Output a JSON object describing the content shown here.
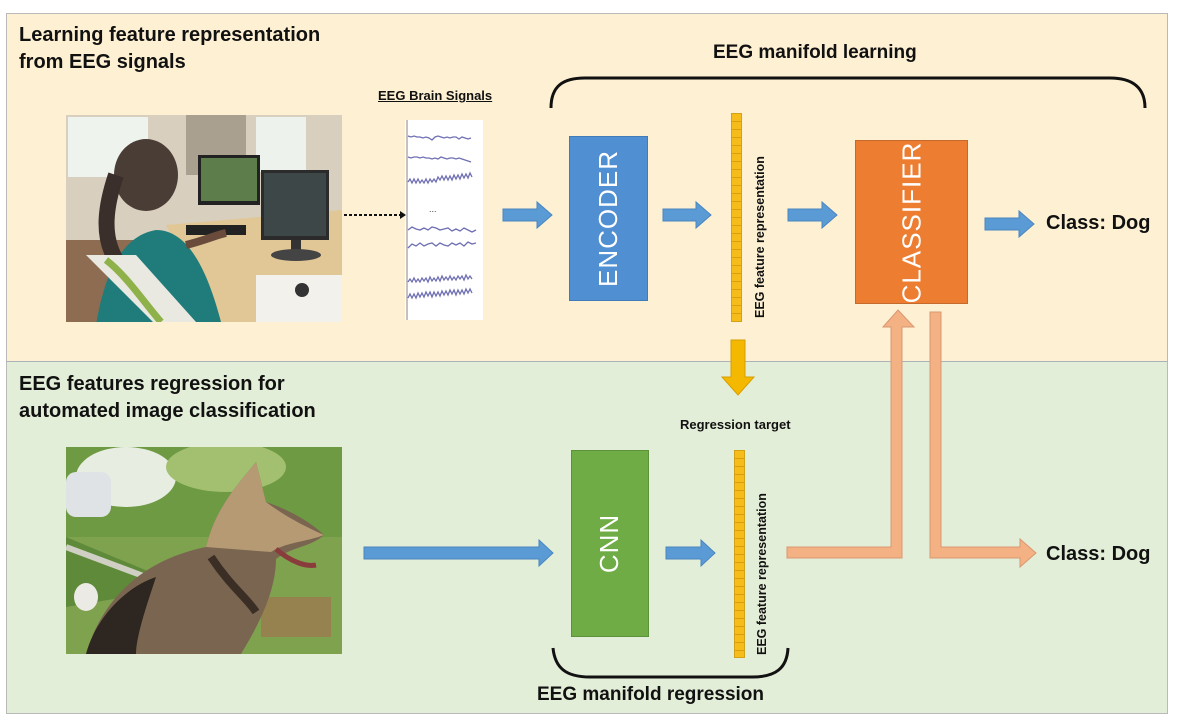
{
  "top_panel": {
    "title_line1": "Learning feature representation",
    "title_line2": "from EEG signals",
    "manifold_label": "EEG manifold learning",
    "signals_label": "EEG Brain Signals",
    "signals_ellipsis": "...",
    "encoder_label": "ENCODER",
    "feature_label": "EEG feature representation",
    "classifier_label": "CLASSIFIER",
    "output_label": "Class: Dog",
    "photo_description": "Person wearing EEG cap looking at monitor"
  },
  "bottom_panel": {
    "title_line1": "EEG features regression for",
    "title_line2": "automated image classification",
    "regression_target_label": "Regression target",
    "cnn_label": "CNN",
    "feature_label": "EEG feature representation",
    "manifold_label": "EEG manifold regression",
    "output_label": "Class: Dog",
    "photo_description": "German shepherd dog in a garden"
  },
  "colors": {
    "top_bg": "#fdf0d3",
    "bottom_bg": "#e3eed8",
    "encoder": "#4f8fd2",
    "classifier": "#ed7d31",
    "cnn": "#6fac46",
    "feature": "#f5bc1a",
    "blue_arrow": "#5b9bd5",
    "salmon_arrow": "#f4b183",
    "yellow_arrow": "#f5b800"
  }
}
